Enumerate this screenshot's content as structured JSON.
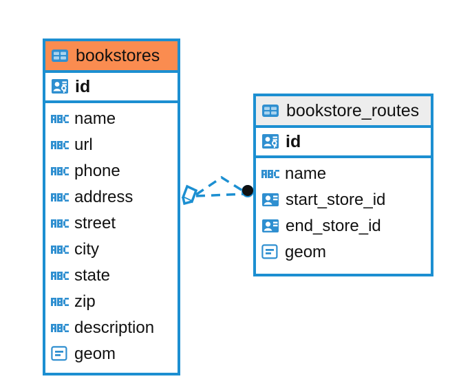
{
  "diagram": {
    "type": "entity-relationship-diagram",
    "background_color": "#ffffff",
    "accent_color": "#1c8fd1",
    "highlight_color": "#fa8c50",
    "neutral_header_color": "#ededed"
  },
  "entities": [
    {
      "name": "bookstores",
      "header_style": "accent",
      "primary_key": {
        "label": "id",
        "icon": "primary-key-icon"
      },
      "fields": [
        {
          "label": "name",
          "icon": "text-abc-icon"
        },
        {
          "label": "url",
          "icon": "text-abc-icon"
        },
        {
          "label": "phone",
          "icon": "text-abc-icon"
        },
        {
          "label": "address",
          "icon": "text-abc-icon"
        },
        {
          "label": "street",
          "icon": "text-abc-icon"
        },
        {
          "label": "city",
          "icon": "text-abc-icon"
        },
        {
          "label": "state",
          "icon": "text-abc-icon"
        },
        {
          "label": "zip",
          "icon": "text-abc-icon"
        },
        {
          "label": "description",
          "icon": "text-abc-icon"
        },
        {
          "label": "geom",
          "icon": "geometry-icon"
        }
      ]
    },
    {
      "name": "bookstore_routes",
      "header_style": "plain",
      "primary_key": {
        "label": "id",
        "icon": "primary-key-icon"
      },
      "fields": [
        {
          "label": "name",
          "icon": "text-abc-icon"
        },
        {
          "label": "start_store_id",
          "icon": "foreign-key-icon"
        },
        {
          "label": "end_store_id",
          "icon": "foreign-key-icon"
        },
        {
          "label": "geom",
          "icon": "geometry-icon"
        }
      ]
    }
  ],
  "relationship": {
    "source_entity": "bookstores",
    "target_entity": "bookstore_routes",
    "line_style": "dashed",
    "line_color": "#1c8fd1",
    "source_marker": "diamond-marker",
    "target_marker": "filled-circle-marker"
  }
}
